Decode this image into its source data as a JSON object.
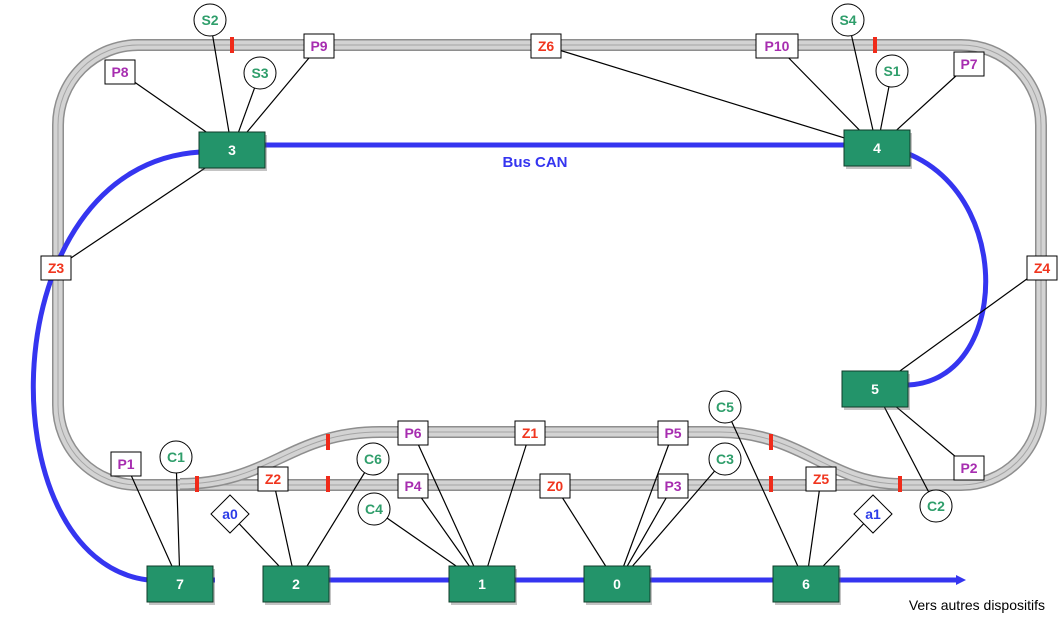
{
  "colors": {
    "node_fill": "#23946a",
    "node_stroke": "#0f3b29",
    "bus": "#3535f0",
    "sensor": "#2f9e6b",
    "point": "#a72db0",
    "zone": "#f0351e",
    "aiguille": "#2c3ce8",
    "track": "#bdbdbd",
    "track_edge": "#8e8e8e",
    "separator": "#f02b1a",
    "link": "#000000"
  },
  "bus": {
    "label": "Bus CAN",
    "footer": "Vers autres dispositifs"
  },
  "nodes": [
    {
      "id": "0",
      "label": "0"
    },
    {
      "id": "1",
      "label": "1"
    },
    {
      "id": "2",
      "label": "2"
    },
    {
      "id": "3",
      "label": "3"
    },
    {
      "id": "4",
      "label": "4"
    },
    {
      "id": "5",
      "label": "5"
    },
    {
      "id": "6",
      "label": "6"
    },
    {
      "id": "7",
      "label": "7"
    }
  ],
  "sensors": [
    {
      "id": "S1",
      "label": "S1",
      "node": "4"
    },
    {
      "id": "S2",
      "label": "S2",
      "node": "3"
    },
    {
      "id": "S3",
      "label": "S3",
      "node": "3"
    },
    {
      "id": "S4",
      "label": "S4",
      "node": "4"
    },
    {
      "id": "C1",
      "label": "C1",
      "node": "7"
    },
    {
      "id": "C2",
      "label": "C2",
      "node": "5"
    },
    {
      "id": "C3",
      "label": "C3",
      "node": "0"
    },
    {
      "id": "C4",
      "label": "C4",
      "node": "1"
    },
    {
      "id": "C5",
      "label": "C5",
      "node": "6"
    },
    {
      "id": "C6",
      "label": "C6",
      "node": "2"
    }
  ],
  "points": [
    {
      "id": "P1",
      "label": "P1",
      "node": "7"
    },
    {
      "id": "P2",
      "label": "P2",
      "node": "5"
    },
    {
      "id": "P3",
      "label": "P3",
      "node": "0"
    },
    {
      "id": "P4",
      "label": "P4",
      "node": "1"
    },
    {
      "id": "P5",
      "label": "P5",
      "node": "0"
    },
    {
      "id": "P6",
      "label": "P6",
      "node": "1"
    },
    {
      "id": "P7",
      "label": "P7",
      "node": "4"
    },
    {
      "id": "P8",
      "label": "P8",
      "node": "3"
    },
    {
      "id": "P9",
      "label": "P9",
      "node": "3"
    },
    {
      "id": "P10",
      "label": "P10",
      "node": "4"
    }
  ],
  "zones": [
    {
      "id": "Z0",
      "label": "Z0",
      "node": "0"
    },
    {
      "id": "Z1",
      "label": "Z1",
      "node": "1"
    },
    {
      "id": "Z2",
      "label": "Z2",
      "node": "2"
    },
    {
      "id": "Z3",
      "label": "Z3",
      "node": "3"
    },
    {
      "id": "Z4",
      "label": "Z4",
      "node": "5"
    },
    {
      "id": "Z5",
      "label": "Z5",
      "node": "6"
    },
    {
      "id": "Z6",
      "label": "Z6",
      "node": "4"
    }
  ],
  "aiguilles": [
    {
      "id": "a0",
      "label": "a0",
      "node": "2"
    },
    {
      "id": "a1",
      "label": "a1",
      "node": "6"
    }
  ]
}
